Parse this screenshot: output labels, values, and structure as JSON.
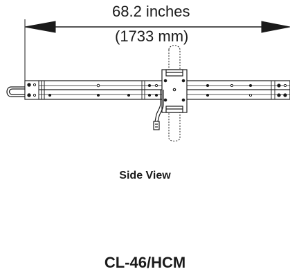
{
  "dimension": {
    "imperial": "68.2 inches",
    "metric": "(1733 mm)"
  },
  "view_label": "Side View",
  "model_label": "CL-46/HCM",
  "colors": {
    "ink": "#1a1a1a",
    "background": "#ffffff"
  }
}
